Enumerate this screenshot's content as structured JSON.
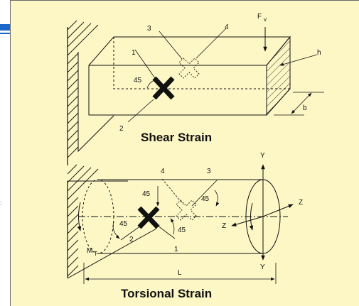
{
  "shear": {
    "title": "Shear Strain",
    "labels": {
      "n1": "1",
      "n2": "2",
      "n3": "3",
      "n4": "4",
      "angle": "45",
      "force": "F",
      "force_sub": "v",
      "h": "h",
      "b": "b"
    }
  },
  "torsion": {
    "title": "Torsional Strain",
    "labels": {
      "n1": "1",
      "n2": "2",
      "n3": "3",
      "n4": "4",
      "angle_top": "45",
      "angle_left": "45",
      "angle_bottom": "45",
      "angle_right": "45",
      "y_top": "Y",
      "y_bottom": "Y",
      "z_right": "Z",
      "z_left": "Z",
      "moment": "M",
      "moment_sub": "T",
      "length": "L"
    }
  }
}
